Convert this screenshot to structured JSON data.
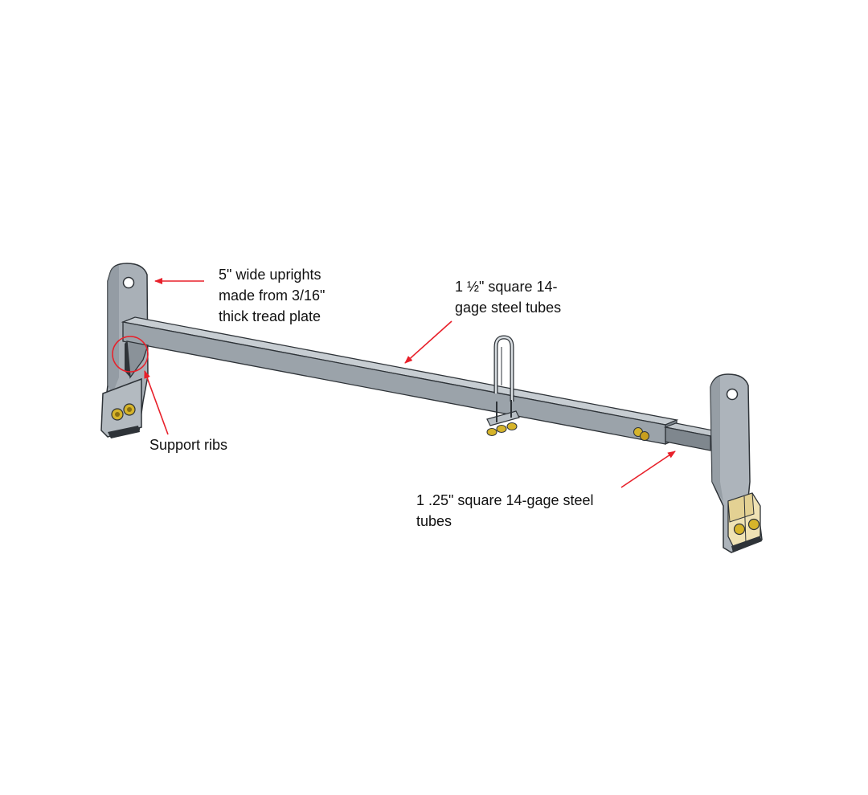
{
  "colors": {
    "background": "#ffffff",
    "arrow": "#e8202a",
    "steel_light": "#b9c0c6",
    "steel_mid": "#9aa2a9",
    "steel_dark": "#6f777e",
    "edge": "#2e3338",
    "fastener": "#d6b42a",
    "clamp": "#efe2b4"
  },
  "callouts": {
    "uprights": "5\" wide uprights\nmade from 3/16\"\nthick tread plate",
    "large_tube": "1 ½\" square 14-\ngage steel tubes",
    "support_ribs": "Support ribs",
    "small_tube": "1 .25\" square 14-gage steel\ntubes"
  }
}
